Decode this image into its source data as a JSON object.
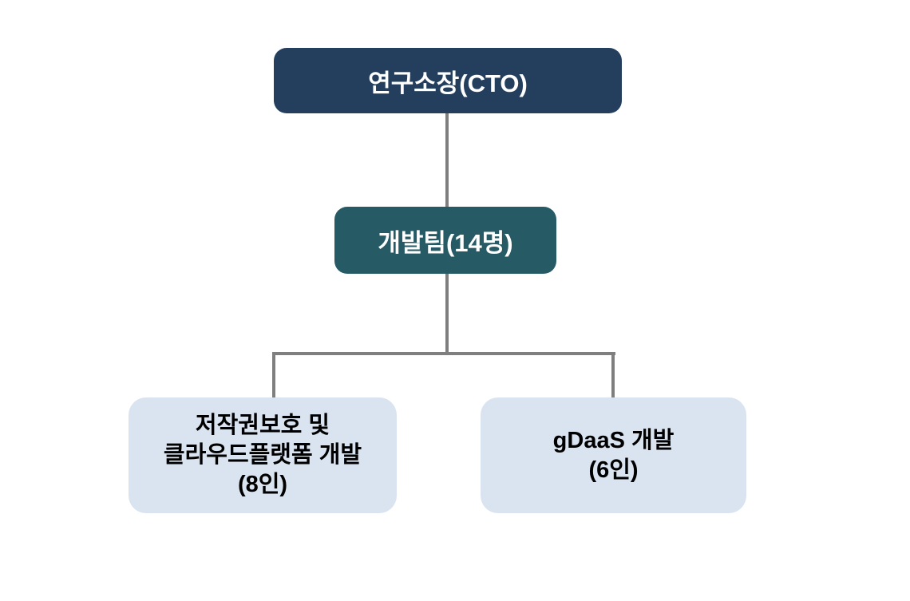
{
  "org_chart": {
    "background_color": "#FFFFFF",
    "connector_color": "#7F7F7F",
    "nodes": {
      "root": {
        "label": "연구소장(CTO)",
        "bg_color": "#243F5E",
        "text_color": "#FFFFFF"
      },
      "dev_team": {
        "label": "개발팀(14명)",
        "bg_color": "#265B66",
        "text_color": "#FFFFFF"
      },
      "copyright_cloud": {
        "lines": [
          "저작권보호 및",
          "클라우드플랫폼 개발",
          "(8인)"
        ],
        "bg_color": "#DAE4F0",
        "text_color": "#000000"
      },
      "gdaas": {
        "lines": [
          "gDaaS 개발",
          "(6인)"
        ],
        "bg_color": "#DAE4F0",
        "text_color": "#000000"
      }
    }
  }
}
